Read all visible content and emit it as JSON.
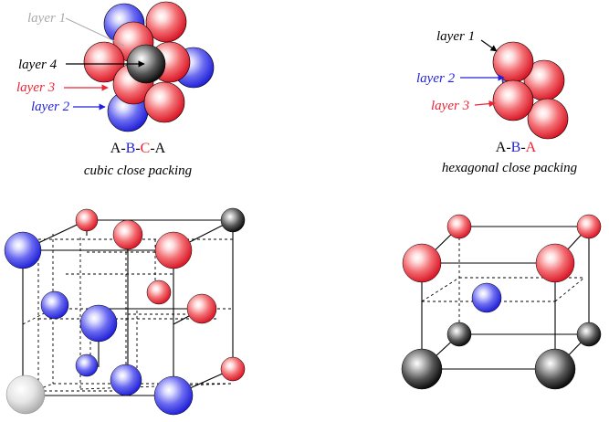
{
  "colors": {
    "red": "#ee2233",
    "blue": "#2222dd",
    "black": "#000000",
    "gray": "#aaaaaa"
  },
  "left_panel": {
    "labels": {
      "layer1": "layer 1",
      "layer4": "layer 4",
      "layer3": "layer 3",
      "layer2": "layer 2"
    },
    "sequence": [
      "A",
      "-",
      "B",
      "-",
      "C",
      "-",
      "A"
    ],
    "caption": "cubic close packing"
  },
  "right_panel": {
    "labels": {
      "layer1": "layer 1",
      "layer2": "layer 2",
      "layer3": "layer 3"
    },
    "sequence": [
      "A",
      "-",
      "B",
      "-",
      "A"
    ],
    "caption": "hexagonal close packing"
  }
}
